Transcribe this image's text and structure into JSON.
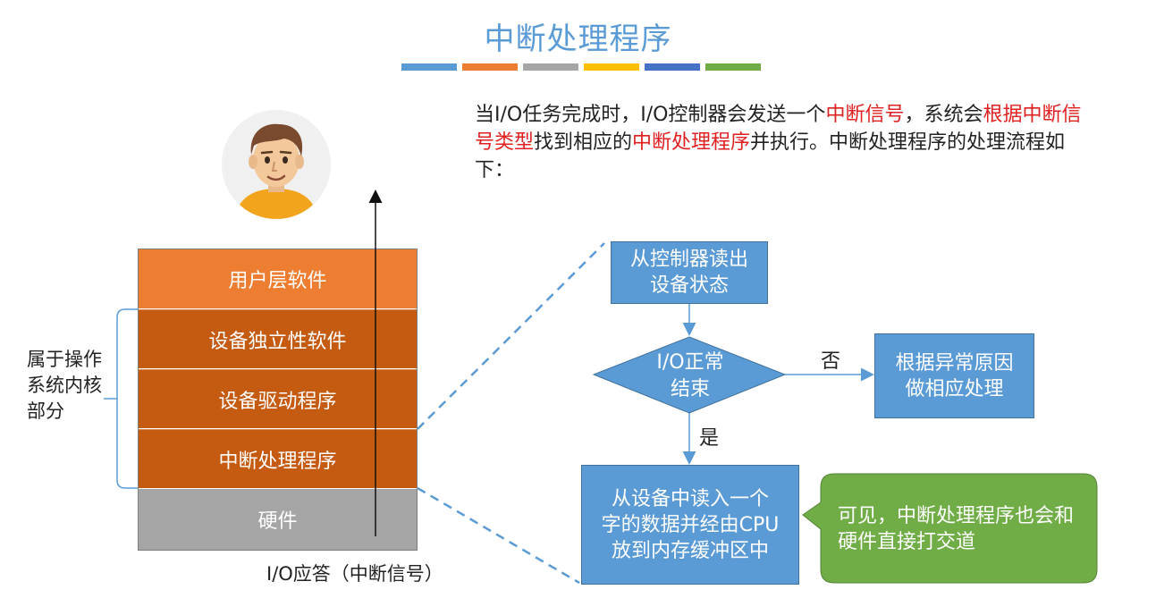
{
  "title": "中断处理程序",
  "color_bars": [
    "#5b9bd5",
    "#ed7d31",
    "#a5a5a5",
    "#ffc000",
    "#4472c4",
    "#70ad47"
  ],
  "intro": {
    "p1": "当I/O任务完成时，I/O控制器会发送一个",
    "h1": "中断信号",
    "p2": "，系统会",
    "h2": "根据中断信号类型",
    "p3": "找到相应的",
    "h3": "中断处理程序",
    "p4": "并执行。中断处理程序的处理流程如下："
  },
  "layers": {
    "user": "用户层软件",
    "device_independent": "设备独立性软件",
    "driver": "设备驱动程序",
    "interrupt": "中断处理程序",
    "hardware": "硬件"
  },
  "kernel_note": "属于操作系统内核部分",
  "response_label": "I/O应答（中断信号）",
  "flow": {
    "read_status": "从控制器读出\n设备状态",
    "decision": "I/O正常\n结束",
    "no_label": "否",
    "yes_label": "是",
    "error_handle": "根据异常原因\n做相应处理",
    "read_data": "从设备中读入一个\n字的数据并经由CPU\n放到内存缓冲区中"
  },
  "callout": "可见，中断处理程序也会和硬件直接打交道",
  "colors": {
    "accent_blue": "#5b9bd5",
    "orange": "#ed7d31",
    "dark_orange": "#c55a11",
    "gray": "#a5a5a5",
    "green": "#70ad47",
    "highlight_red": "#e02020"
  }
}
